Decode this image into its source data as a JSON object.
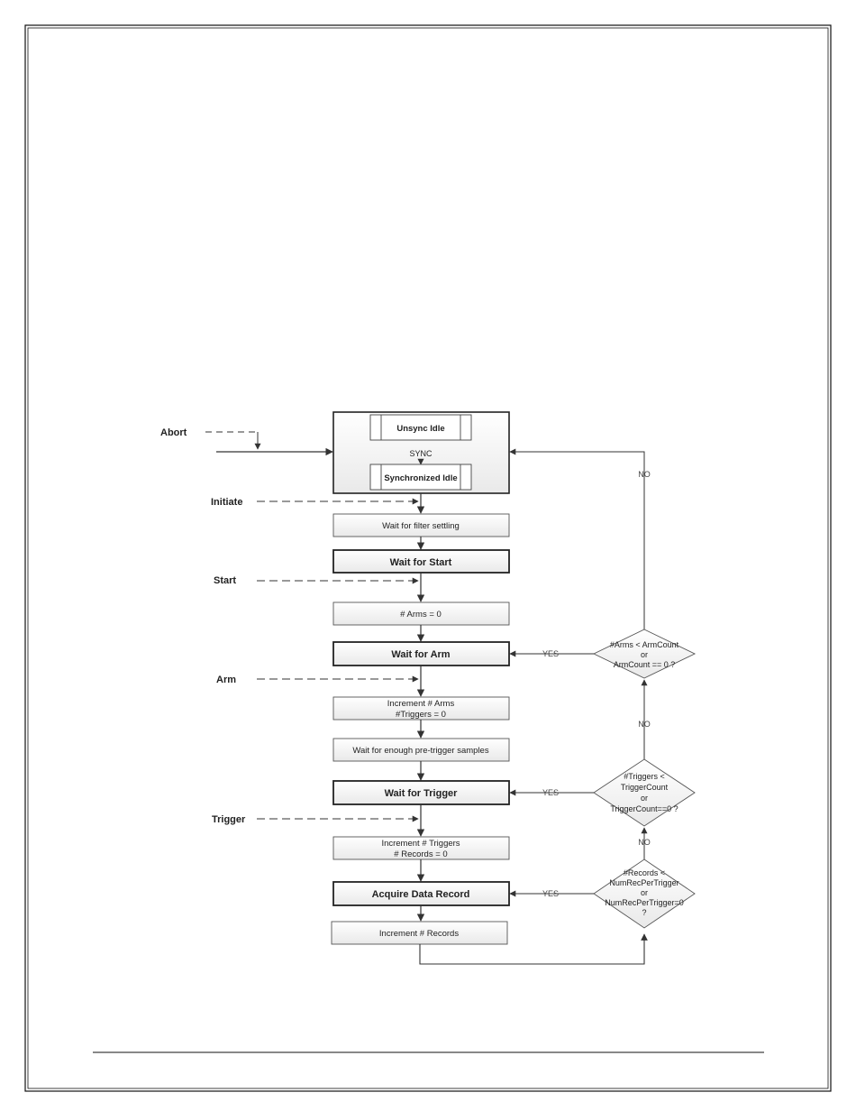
{
  "diagram": {
    "nodes": {
      "unsync_idle": "Unsync Idle",
      "sync_label": "SYNC",
      "synchronized_idle": "Synchronized Idle",
      "wait_filter": "Wait for filter settling",
      "wait_start": "Wait for Start",
      "arms_zero": "# Arms = 0",
      "wait_arm": "Wait for Arm",
      "inc_arms": [
        "Increment # Arms",
        "#Triggers = 0"
      ],
      "wait_pretrigger": "Wait for enough pre-trigger samples",
      "wait_trigger": "Wait for Trigger",
      "inc_triggers": [
        "Increment # Triggers",
        "# Records = 0"
      ],
      "acquire": "Acquire Data Record",
      "inc_records": "Increment # Records"
    },
    "signals": {
      "abort": "Abort",
      "initiate": "Initiate",
      "start": "Start",
      "arm": "Arm",
      "trigger": "Trigger"
    },
    "decisions": {
      "arms": [
        "#Arms < ArmCount",
        "or",
        "ArmCount == 0 ?"
      ],
      "triggers": [
        "#Triggers <",
        "TriggerCount",
        "or",
        "TriggerCount==0 ?"
      ],
      "records": [
        "#Records <",
        "NumRecPerTrigger",
        "or",
        "NumRecPerTrigger=0",
        "?"
      ]
    },
    "edge_labels": {
      "yes": "YES",
      "no": "NO"
    }
  }
}
